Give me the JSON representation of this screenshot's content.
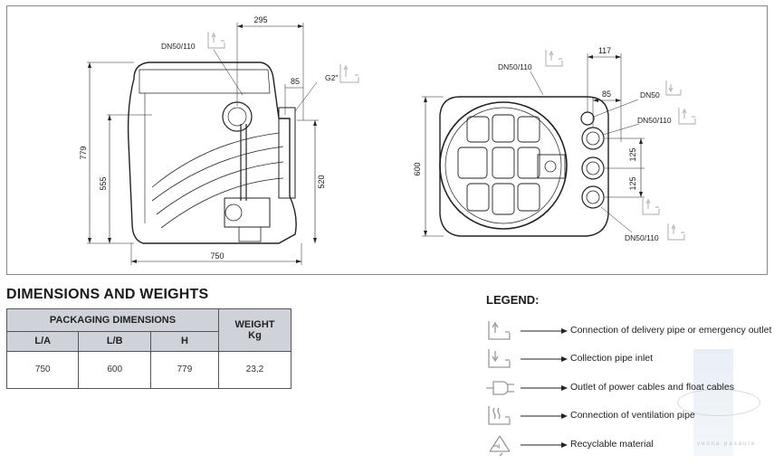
{
  "drawing": {
    "side_view": {
      "dim_295": "295",
      "dim_85": "85",
      "dim_779": "779",
      "dim_555": "555",
      "dim_520": "520",
      "dim_750": "750",
      "label_dn50_110": "DN50/110",
      "label_g2": "G2\""
    },
    "top_view": {
      "dim_117": "117",
      "dim_85": "85",
      "dim_600": "600",
      "dim_125_a": "125",
      "dim_125_b": "125",
      "label_dn50_110_top": "DN50/110",
      "label_dn50": "DN50",
      "label_dn50_110_right": "DN50/110",
      "label_dn50_110_bottom": "DN50/110"
    }
  },
  "section_title": "DIMENSIONS AND WEIGHTS",
  "table": {
    "group_header": "PACKAGING DIMENSIONS",
    "weight_header_line1": "WEIGHT",
    "weight_header_line2": "Kg",
    "col_la": "L/A",
    "col_lb": "L/B",
    "col_h": "H",
    "val_la": "750",
    "val_lb": "600",
    "val_h": "779",
    "val_weight": "23,2"
  },
  "legend": {
    "title": "LEGEND:",
    "items": [
      {
        "icon": "delivery-pipe-icon",
        "text": "Connection of delivery pipe or emergency outlet"
      },
      {
        "icon": "collection-pipe-icon",
        "text": "Collection pipe inlet"
      },
      {
        "icon": "power-plug-icon",
        "text": "Outlet of power cables and float cables"
      },
      {
        "icon": "ventilation-icon",
        "text": "Connection of ventilation pipe"
      },
      {
        "icon": "recycle-icon",
        "text": "Recyclable material"
      }
    ]
  },
  "watermark_text": "venna pasaule",
  "colors": {
    "table_header": "#cfd2d8",
    "line": "#222222",
    "frame": "#888888"
  }
}
